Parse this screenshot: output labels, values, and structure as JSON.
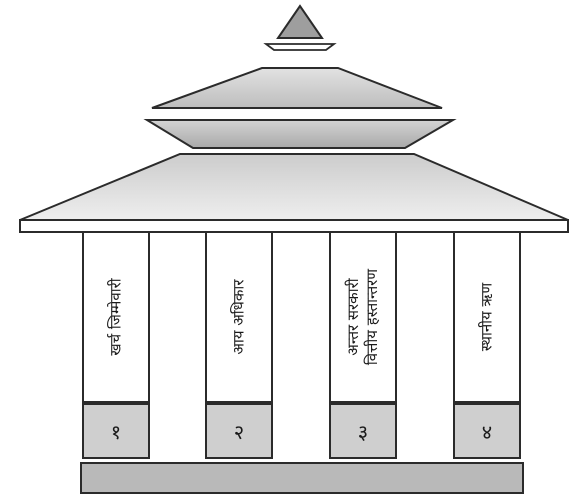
{
  "pillars": [
    {
      "label": "खर्च जिम्मेवारी",
      "number": "१"
    },
    {
      "label": "आय अधिकार",
      "number": "२"
    },
    {
      "label": "अन्तर सरकारी\nवित्तीय हस्तान्तरण",
      "number": "३"
    },
    {
      "label": "स्थानीय ऋण",
      "number": "४"
    }
  ]
}
